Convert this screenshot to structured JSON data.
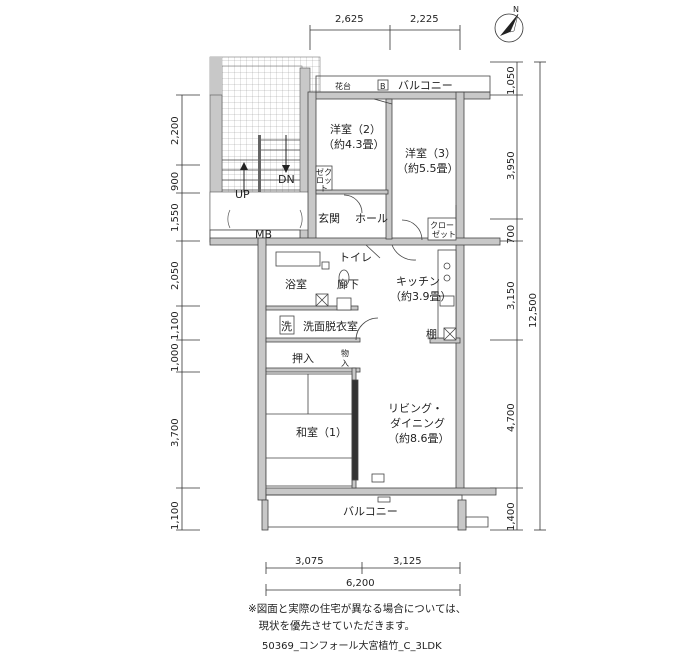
{
  "rooms": {
    "western2": [
      "洋室（2）",
      "（約4.3畳）"
    ],
    "western3": [
      "洋室（3）",
      "（約5.5畳）"
    ],
    "kitchen": [
      "キッチン",
      "（約3.9畳）"
    ],
    "living": [
      "リビング・",
      "ダイニング",
      "（約8.6畳）"
    ],
    "japanese": "和室（1）",
    "bath": "浴室",
    "washroom": "洗面脱衣室",
    "toilet": "トイレ",
    "corridor": "廊下",
    "genkan": "玄関",
    "hall": "ホール",
    "oshiire": "押入",
    "storage": [
      "物",
      "入"
    ],
    "closet_small": [
      "ゼク",
      "ロッ",
      "ト"
    ],
    "closet_hall": [
      "クロー",
      "ゼット"
    ],
    "washer": "洗",
    "mb": "MB",
    "shelf": "棚",
    "flower_box": "花台",
    "b_mark": "B",
    "balcony_north": "バルコニー",
    "balcony_south": "バルコニー",
    "up": "UP",
    "dn": "DN",
    "compass_n": "N"
  },
  "dimensions": {
    "top": [
      "2,625",
      "2,225"
    ],
    "bottom": [
      "3,075",
      "3,125"
    ],
    "bottom_total": "6,200",
    "left": [
      "2,200",
      "900",
      "1,550",
      "2,050",
      "1,100",
      "1,000",
      "3,700",
      "1,100"
    ],
    "right": [
      "1,050",
      "3,950",
      "700",
      "3,150",
      "4,700",
      "1,400"
    ],
    "right_total": "12,500"
  },
  "notes": [
    "※図面と実際の住宅が異なる場合については、",
    "　現状を優先させていただきます。"
  ],
  "caption": "50369_コンフォール大宮植竹_C_3LDK"
}
